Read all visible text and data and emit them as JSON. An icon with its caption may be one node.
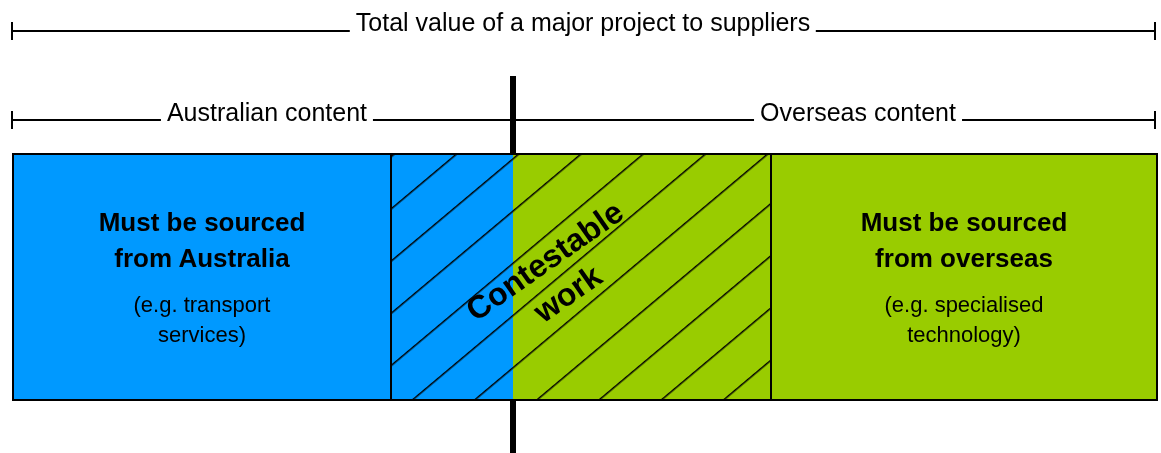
{
  "diagram": {
    "nodes": [
      {
        "text": [
          "Must be sourced from Australia",
          "(e.g. transport services)"
        ]
      },
      {
        "text": [
          "Contestable work"
        ]
      },
      {
        "text": [
          "Must be sourced from overseas",
          "(e.g. specialised technology)"
        ]
      }
    ],
    "labels": [
      "Total value of a major project to suppliers",
      "Australian content",
      "Overseas content"
    ]
  }
}
